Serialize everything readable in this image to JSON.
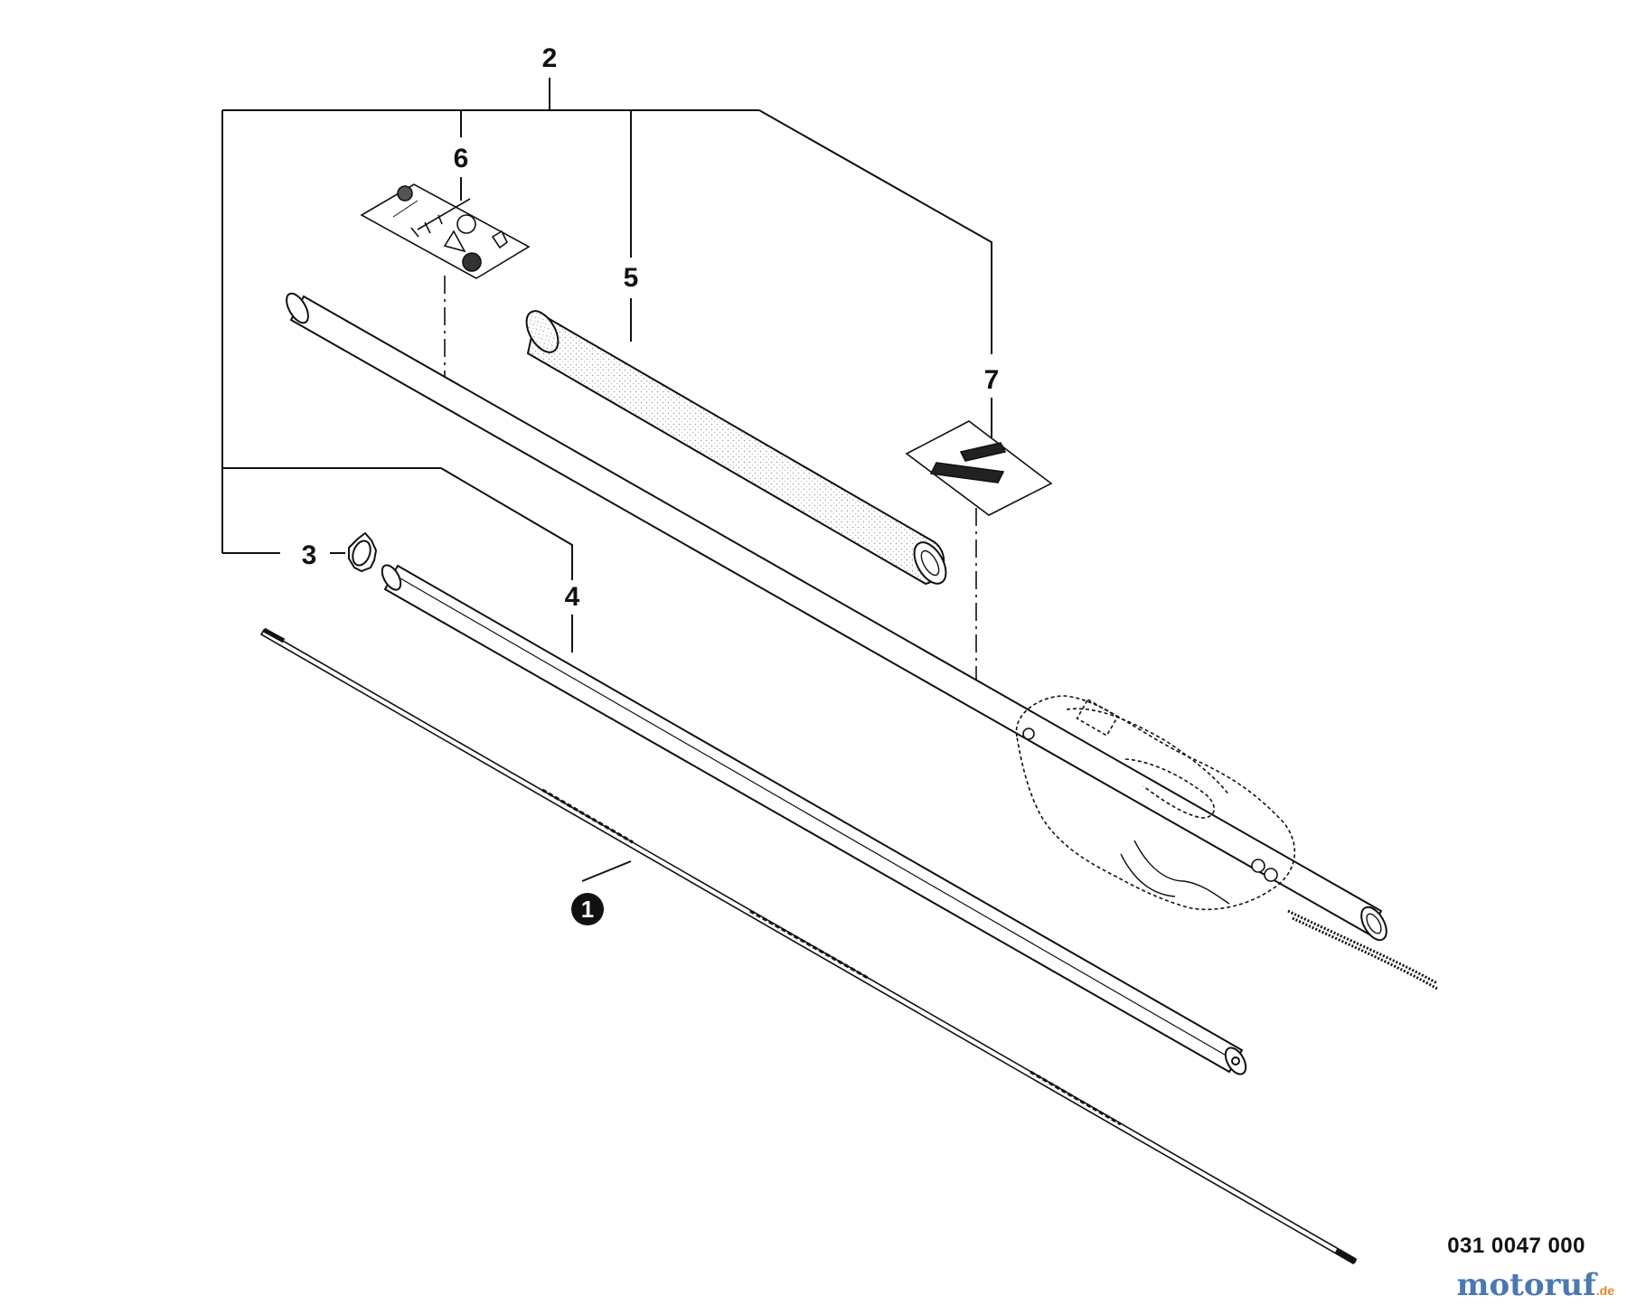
{
  "callouts": {
    "c1": "1",
    "c2": "2",
    "c3": "3",
    "c4": "4",
    "c5": "5",
    "c6": "6",
    "c7": "7"
  },
  "doc_number": "031 0047 000",
  "watermark": {
    "main": "motoruf",
    "tld": ".de"
  },
  "colors": {
    "line": "#111111",
    "watermark_main": "#4a78b3",
    "watermark_tld": "#e08a2a"
  }
}
